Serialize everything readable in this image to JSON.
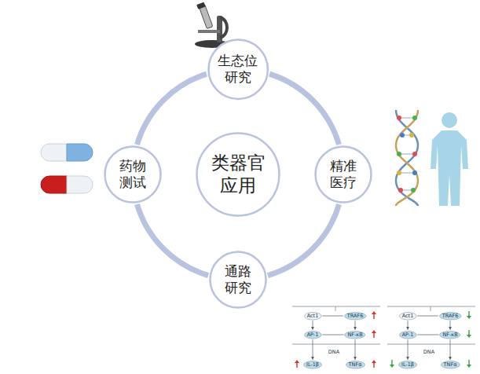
{
  "diagram": {
    "nodes": [
      {
        "text": [
          "类器官 应用"
        ]
      },
      {
        "text": [
          "生态位 研究"
        ]
      },
      {
        "text": [
          "精准 医疗"
        ]
      },
      {
        "text": [
          "通路 研究"
        ]
      },
      {
        "text": [
          "药物 测试"
        ]
      },
      {
        "text": [
          "Act1"
        ]
      },
      {
        "text": [
          "TRAF6"
        ]
      },
      {
        "text": [
          "AP-1"
        ]
      },
      {
        "text": [
          "NF-κB"
        ]
      },
      {
        "text": [
          "IL-1β"
        ]
      },
      {
        "text": [
          "TNFα"
        ]
      },
      {
        "text": [
          "Act1"
        ]
      },
      {
        "text": [
          "TRAF6"
        ]
      },
      {
        "text": [
          "AP-1"
        ]
      },
      {
        "text": [
          "NF-κB"
        ]
      },
      {
        "text": [
          "IL-1β"
        ]
      },
      {
        "text": [
          "TNFα"
        ]
      }
    ],
    "edges": [
      {
        "from": 1,
        "to": 2,
        "arrow": "none"
      },
      {
        "from": 2,
        "to": 3,
        "arrow": "none"
      },
      {
        "from": 3,
        "to": 4,
        "arrow": "none"
      },
      {
        "from": 4,
        "to": 1,
        "arrow": "none"
      },
      {
        "from": 5,
        "to": 6,
        "arrow": "none"
      },
      {
        "from": 5,
        "to": 7,
        "arrow": "to"
      },
      {
        "from": 6,
        "to": 8,
        "arrow": "to"
      },
      {
        "from": 7,
        "to": 8,
        "arrow": "none"
      },
      {
        "from": 7,
        "to": 9,
        "arrow": "to"
      },
      {
        "from": 8,
        "to": 10,
        "arrow": "to"
      },
      {
        "from": 11,
        "to": 12,
        "arrow": "none"
      },
      {
        "from": 11,
        "to": 13,
        "arrow": "to"
      },
      {
        "from": 12,
        "to": 14,
        "arrow": "to"
      },
      {
        "from": 13,
        "to": 14,
        "arrow": "none"
      },
      {
        "from": 13,
        "to": 15,
        "arrow": "to"
      },
      {
        "from": 14,
        "to": 16,
        "arrow": "to"
      }
    ],
    "labels": [
      "DNA",
      "DNA"
    ]
  }
}
